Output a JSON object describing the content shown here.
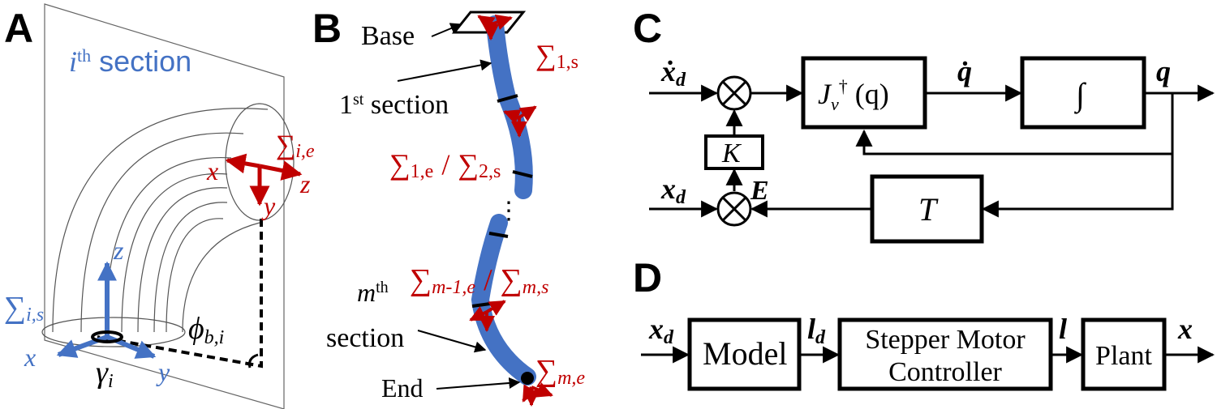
{
  "colors": {
    "blue": "#4472c4",
    "red": "#c00000",
    "black": "#000000",
    "outline": "#555555"
  },
  "panel_a": {
    "letter": "A",
    "section_index": "i",
    "section_sup": "th",
    "section_word": " section",
    "frame_end": "∑",
    "frame_end_sub": "i,e",
    "frame_start": "∑",
    "frame_start_sub": "i,s",
    "axis_x_end": "x",
    "axis_y_end": "y",
    "axis_z_end": "z",
    "axis_x_base": "x",
    "axis_y_base": "y",
    "axis_z_base": "z",
    "gamma": "γ",
    "gamma_sub": "i",
    "phi": "ϕ",
    "phi_sub": "b,i"
  },
  "panel_b": {
    "letter": "B",
    "base_label": "Base",
    "first_num": "1",
    "first_sup": "st",
    "first_word": " section",
    "frame_1s": "∑",
    "frame_1s_sub": "1,s",
    "frame_1e": "∑",
    "frame_1e_sub": "1,e",
    "slash_1": "/",
    "frame_2s": "∑",
    "frame_2s_sub": "2,s",
    "ellipsis": "⋮",
    "mth_m": "m",
    "mth_sup": "th",
    "mth_word": "section",
    "frame_m1e": "∑",
    "frame_m1e_sub": "m-1,e",
    "slash_2": "/",
    "frame_ms": "∑",
    "frame_ms_sub": "m,s",
    "frame_me": "∑",
    "frame_me_sub": "m,e",
    "end_label": "End"
  },
  "panel_c": {
    "letter": "C",
    "input_xd_dot": "ẋ",
    "input_xd_dot_sub": "d",
    "input_xd": "x",
    "input_xd_sub": "d",
    "block_jacobian": "J",
    "block_jacobian_sub": "v",
    "block_jacobian_sup": "†",
    "block_jacobian_arg": " (q)",
    "signal_qdot": "q̇",
    "block_integrator": "∫",
    "output_q": "q",
    "gain_K": "K",
    "error_E": "E",
    "block_T": "T"
  },
  "panel_d": {
    "letter": "D",
    "input_xd": "x",
    "input_xd_sub": "d",
    "block_model": "Model",
    "signal_ld": "l",
    "signal_ld_sub": "d",
    "block_controller_line1": "Stepper Motor",
    "block_controller_line2": "Controller",
    "signal_l": "l",
    "block_plant": "Plant",
    "output_x": "x"
  }
}
